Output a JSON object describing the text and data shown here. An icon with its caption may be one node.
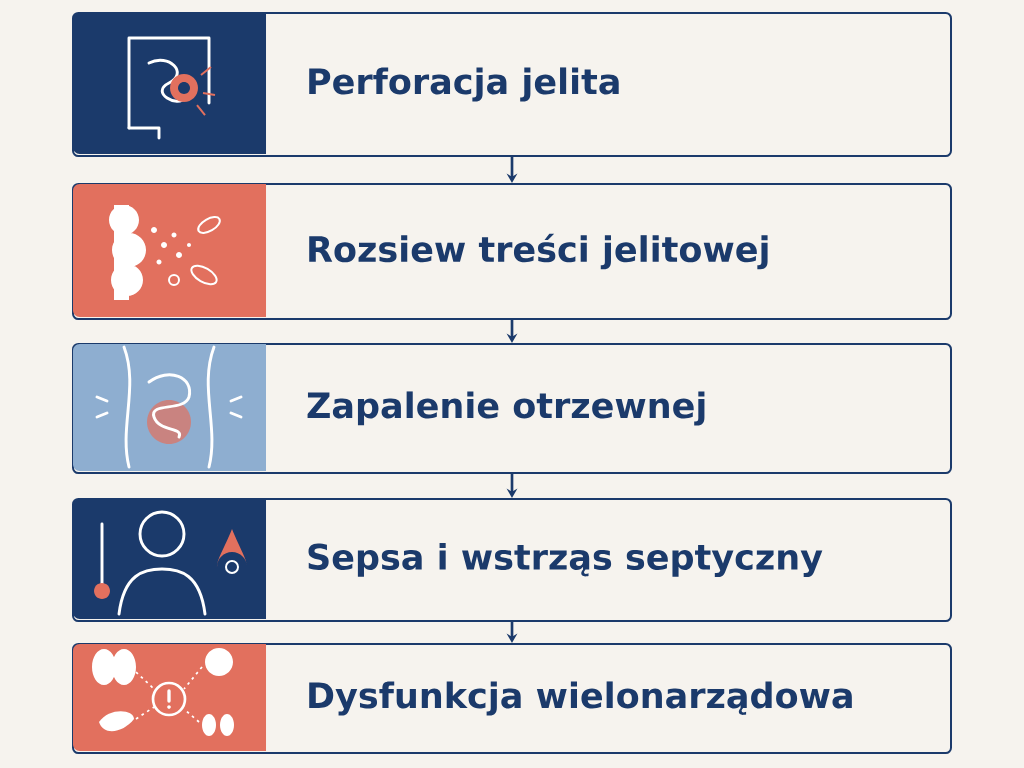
{
  "diagram": {
    "nodes": [
      {
        "text": [
          "Perforacja jelita"
        ]
      },
      {
        "text": [
          "Rozsiew treści jelitowej"
        ]
      },
      {
        "text": [
          "Zapalenie otrzewnej"
        ]
      },
      {
        "text": [
          "Sepsa i wstrząs septyczny"
        ]
      },
      {
        "text": [
          "Dysfunkcja wielonarządowa"
        ]
      }
    ],
    "edges": [
      {
        "from": 0,
        "to": 1,
        "arrow": "to"
      },
      {
        "from": 1,
        "to": 2,
        "arrow": "to"
      },
      {
        "from": 2,
        "to": 3,
        "arrow": "to"
      },
      {
        "from": 3,
        "to": 4,
        "arrow": "to"
      }
    ]
  }
}
